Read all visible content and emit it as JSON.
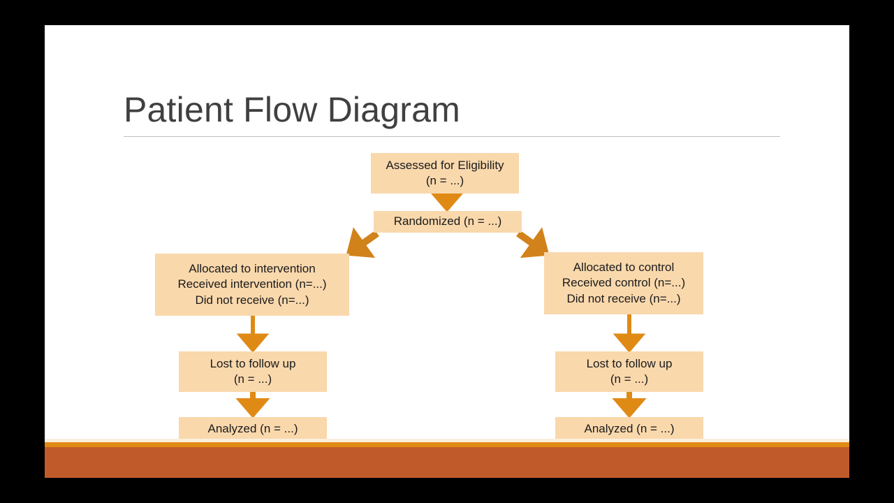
{
  "slide": {
    "title": "Patient Flow Diagram",
    "background_color": "#ffffff",
    "letterbox_color": "#000000"
  },
  "theme": {
    "node_fill": "#F9D8AC",
    "arrow_color": "#E08A16",
    "arrow_color_dark": "#D2821A",
    "title_color": "#404040",
    "rule_color": "#bfbfbf",
    "band_gold": "#E08A16",
    "band_rust": "#C15A2B",
    "band_cream": "#FBEEDC"
  },
  "diagram": {
    "type": "flowchart",
    "orientation": "top-down",
    "nodes": [
      {
        "id": "assessed",
        "lines": [
          "Assessed for Eligibility",
          "(n = ...)"
        ]
      },
      {
        "id": "randomized",
        "lines": [
          "Randomized (n = ...)"
        ]
      },
      {
        "id": "alloc_left",
        "lines": [
          "Allocated to intervention",
          "Received intervention (n=...)",
          "Did not receive (n=...)"
        ]
      },
      {
        "id": "alloc_right",
        "lines": [
          "Allocated to control",
          "Received control (n=...)",
          "Did not receive (n=...)"
        ]
      },
      {
        "id": "lost_left",
        "lines": [
          "Lost to follow up",
          "(n = ...)"
        ]
      },
      {
        "id": "lost_right",
        "lines": [
          "Lost to follow up",
          "(n = ...)"
        ]
      },
      {
        "id": "analyzed_left",
        "lines": [
          "Analyzed (n = ...)"
        ]
      },
      {
        "id": "analyzed_right",
        "lines": [
          "Analyzed (n = ...)"
        ]
      }
    ],
    "edges": [
      {
        "from": "assessed",
        "to": "randomized",
        "style": "straight-down"
      },
      {
        "from": "randomized",
        "to": "alloc_left",
        "style": "diagonal-left"
      },
      {
        "from": "randomized",
        "to": "alloc_right",
        "style": "diagonal-right"
      },
      {
        "from": "alloc_left",
        "to": "lost_left",
        "style": "straight-down"
      },
      {
        "from": "alloc_right",
        "to": "lost_right",
        "style": "straight-down"
      },
      {
        "from": "lost_left",
        "to": "analyzed_left",
        "style": "straight-down"
      },
      {
        "from": "lost_right",
        "to": "analyzed_right",
        "style": "straight-down"
      }
    ]
  }
}
